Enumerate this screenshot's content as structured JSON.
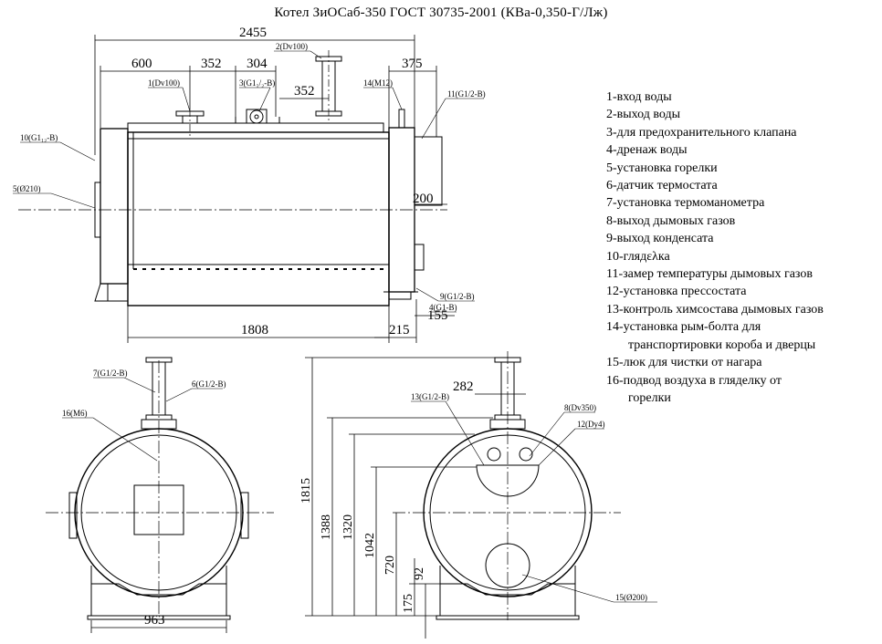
{
  "title": "Котел ЗиОСаб-350 ГОСТ 30735-2001 (КВа-0,350-Г/Лж)",
  "legend": [
    {
      "text": "1-вход воды",
      "cont": ""
    },
    {
      "text": "2-выход воды",
      "cont": ""
    },
    {
      "text": "3-для предохранительного клапана",
      "cont": ""
    },
    {
      "text": "4-дренаж воды",
      "cont": ""
    },
    {
      "text": "5-установка горелки",
      "cont": ""
    },
    {
      "text": "6-датчик термостата",
      "cont": ""
    },
    {
      "text": "7-установка термоманометра",
      "cont": ""
    },
    {
      "text": "8-выход дымовых газов",
      "cont": ""
    },
    {
      "text": "9-выход конденсата",
      "cont": ""
    },
    {
      "text": "10-глядελка",
      "cont": ""
    },
    {
      "text": "11-замер температуры дымовых газов",
      "cont": ""
    },
    {
      "text": "12-установка прессостата",
      "cont": ""
    },
    {
      "text": "13-контроль химсостава дымовых газов",
      "cont": ""
    },
    {
      "text": "14-установка рым-болта для",
      "cont": "транспортировки короба и дверцы"
    },
    {
      "text": "15-люк для чистки от нагара",
      "cont": ""
    },
    {
      "text": "16-подвод воздуха в гляделку от",
      "cont": "горелки"
    }
  ],
  "dims": {
    "overall_length": "2455",
    "d600": "600",
    "d352a": "352",
    "d304": "304",
    "d352b": "352",
    "d375": "375",
    "d200": "200",
    "d1808": "1808",
    "d215": "215",
    "d155": "155",
    "d963": "963",
    "d282": "282",
    "d1815": "1815",
    "d1388": "1388",
    "d1320": "1320",
    "d1042": "1042",
    "d720": "720",
    "d92": "92",
    "d175": "175"
  },
  "labels": {
    "l1": "1(Dv100)",
    "l2": "2(Dv100)",
    "l3": "3(G1₁/₂-B)",
    "l14": "14(M12)",
    "l11": "11(G1/2-B)",
    "l10": "10(G1₁₂-B)",
    "l5": "5(Ø210)",
    "l9": "9(G1/2-B)",
    "l4": "4(G1-B)",
    "l7": "7(G1/2-B)",
    "l6": "6(G1/2-B)",
    "l16": "16(M6)",
    "l13": "13(G1/2-B)",
    "l8": "8(Dv350)",
    "l12": "12(Dy4)",
    "l15": "15(Ø200)"
  }
}
